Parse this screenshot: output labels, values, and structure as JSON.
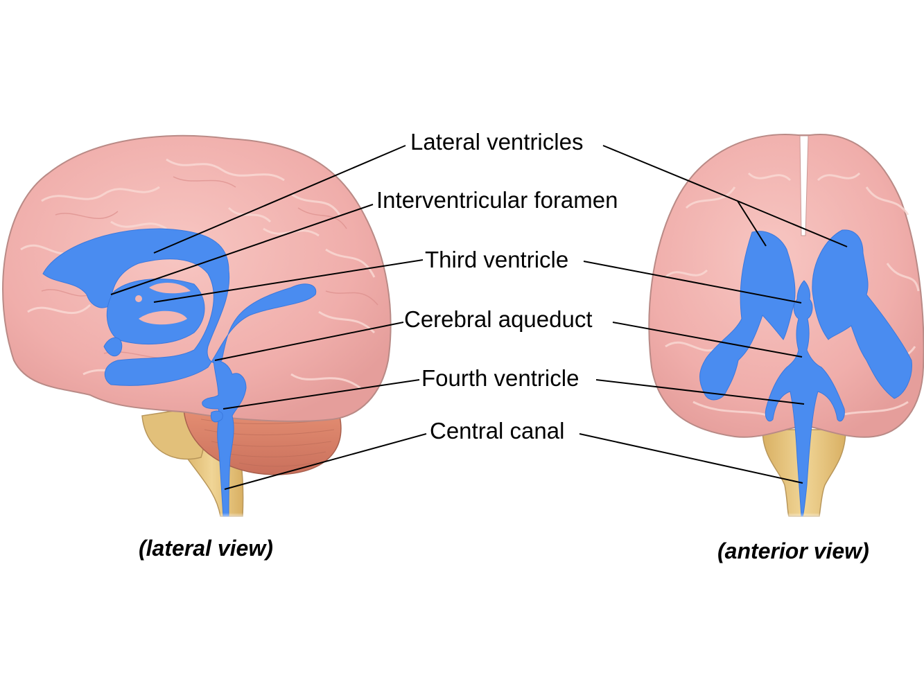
{
  "diagram": {
    "subject": "Ventricles of the brain",
    "colors": {
      "cerebrum": "#f2b3b0",
      "cerebrum_shadow": "#e39a98",
      "cerebrum_outline": "#b98a86",
      "ventricles": "#4a8cf0",
      "ventricles_dark": "#3978de",
      "cerebellum": "#d9806a",
      "brainstem": "#e5c57c",
      "leader_lines": "#000000"
    },
    "labels": [
      {
        "id": "lateral-ventricles",
        "text": "Lateral ventricles"
      },
      {
        "id": "interventricular-foramen",
        "text": "Interventricular foramen"
      },
      {
        "id": "third-ventricle",
        "text": "Third ventricle"
      },
      {
        "id": "cerebral-aqueduct",
        "text": "Cerebral aqueduct"
      },
      {
        "id": "fourth-ventricle",
        "text": "Fourth ventricle"
      },
      {
        "id": "central-canal",
        "text": "Central canal"
      }
    ],
    "views": [
      {
        "id": "lateral",
        "caption": "(lateral view)"
      },
      {
        "id": "anterior",
        "caption": "(anterior view)"
      }
    ]
  }
}
